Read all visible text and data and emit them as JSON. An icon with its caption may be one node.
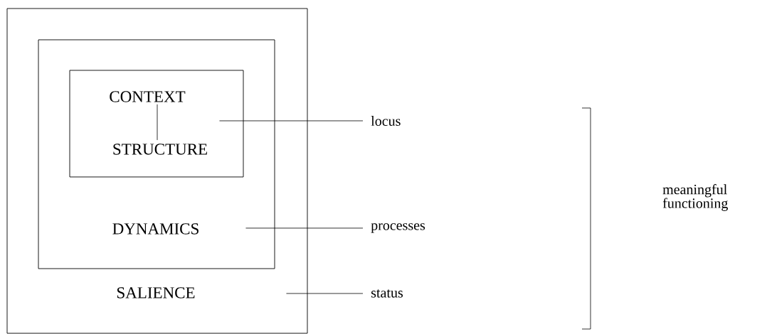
{
  "diagram": {
    "nodes": [
      {
        "text": [
          "SALIENCE"
        ]
      },
      {
        "text": [
          "DYNAMICS"
        ],
        "in": 0
      },
      {
        "text": [],
        "shape": "box",
        "in": 1
      },
      {
        "text": [
          "CONTEXT"
        ],
        "in": 2
      },
      {
        "text": [
          "STRUCTURE"
        ],
        "in": 2
      },
      {
        "text": [
          "locus"
        ]
      },
      {
        "text": [
          "processes"
        ]
      },
      {
        "text": [
          "status"
        ]
      }
    ],
    "edges": [
      {
        "from": 3,
        "to": 4,
        "arrow": "none"
      },
      {
        "from": 2,
        "to": 5,
        "arrow": "none"
      },
      {
        "from": 1,
        "to": 6,
        "arrow": "none"
      },
      {
        "from": 0,
        "to": 7,
        "arrow": "none"
      }
    ],
    "labels": [
      "meaningful functioning"
    ]
  }
}
